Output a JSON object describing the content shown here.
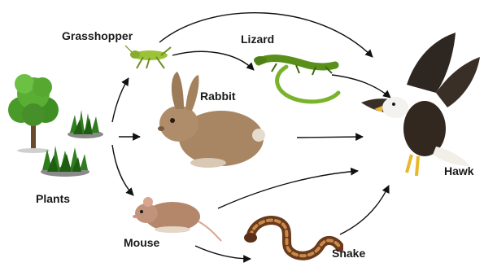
{
  "nodes": {
    "plants": {
      "label": "Plants"
    },
    "grasshopper": {
      "label": "Grasshopper"
    },
    "lizard": {
      "label": "Lizard"
    },
    "rabbit": {
      "label": "Rabbit"
    },
    "hawk": {
      "label": "Hawk"
    },
    "mouse": {
      "label": "Mouse"
    },
    "snake": {
      "label": "Snake"
    }
  },
  "edges": [
    {
      "from": "plants",
      "to": "grasshopper"
    },
    {
      "from": "plants",
      "to": "rabbit"
    },
    {
      "from": "plants",
      "to": "mouse"
    },
    {
      "from": "grasshopper",
      "to": "lizard"
    },
    {
      "from": "grasshopper",
      "to": "hawk"
    },
    {
      "from": "lizard",
      "to": "hawk"
    },
    {
      "from": "rabbit",
      "to": "hawk"
    },
    {
      "from": "mouse",
      "to": "hawk"
    },
    {
      "from": "mouse",
      "to": "snake"
    },
    {
      "from": "snake",
      "to": "hawk"
    }
  ]
}
